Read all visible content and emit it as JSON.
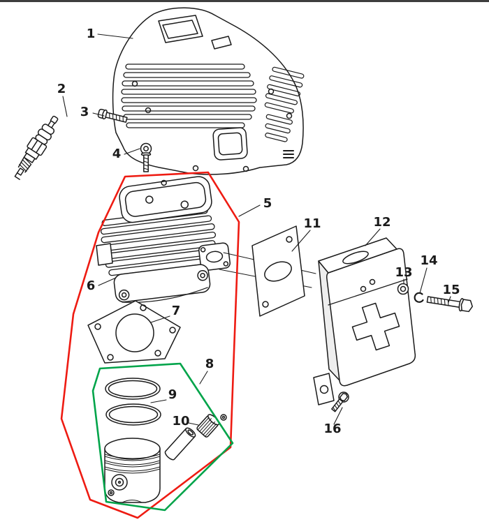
{
  "diagram": {
    "colors": {
      "line": "#1a1a1a",
      "group_red": "#ee1b12",
      "group_green": "#00a44a"
    },
    "part_labels": [
      "1",
      "2",
      "3",
      "4",
      "5",
      "6",
      "7",
      "8",
      "9",
      "10",
      "11",
      "12",
      "13",
      "14",
      "15",
      "16"
    ]
  }
}
